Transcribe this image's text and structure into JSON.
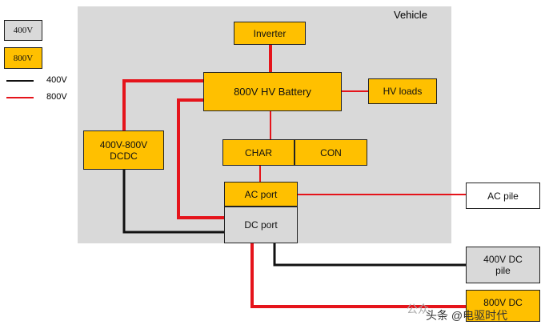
{
  "legend": {
    "box_400v": "400V",
    "box_800v": "800V",
    "line_400v": "400V",
    "line_800v": "800V"
  },
  "vehicle_label": "Vehicle",
  "blocks": {
    "inverter": "Inverter",
    "battery": "800V HV Battery",
    "hv_loads": "HV loads",
    "dcdc_line1": "400V-800V",
    "dcdc_line2": "DCDC",
    "char": "CHAR",
    "con": "CON",
    "ac_port": "AC port",
    "dc_port": "DC port",
    "ac_pile": "AC pile",
    "dc400_line1": "400V DC",
    "dc400_line2": "pile",
    "dc800": "800V DC"
  },
  "watermark": {
    "left": "公众",
    "right": "头条 @电驱时代"
  },
  "colors": {
    "orange": "#ffc000",
    "grey": "#d9d9d9",
    "red_line": "#e5141b",
    "black_line": "#111111"
  }
}
